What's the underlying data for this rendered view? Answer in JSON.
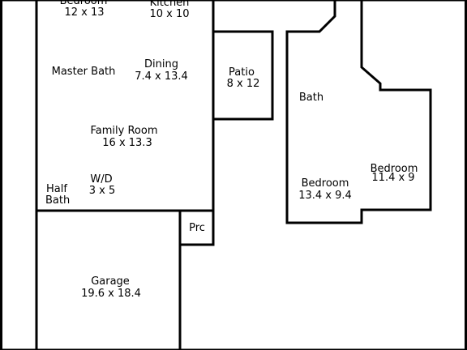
{
  "rooms": {
    "bedroom_main": {
      "name": "Bedroom",
      "dims": "12 x 13"
    },
    "kitchen": {
      "name": "Kitchen",
      "dims": "10 x 10"
    },
    "master_bath": {
      "name": "Master Bath"
    },
    "dining": {
      "name": "Dining",
      "dims": "7.4 x 13.4"
    },
    "patio": {
      "name": "Patio",
      "dims": "8 x 12"
    },
    "family_room": {
      "name": "Family Room",
      "dims": "16 x 13.3"
    },
    "laundry": {
      "name": "W/D",
      "dims": "3 x 5"
    },
    "half_bath": {
      "name_line1": "Half",
      "name_line2": "Bath"
    },
    "porch": {
      "name": "Prc"
    },
    "garage": {
      "name": "Garage",
      "dims": "19.6 x 18.4"
    },
    "bath": {
      "name": "Bath"
    },
    "bedroom_2": {
      "name": "Bedroom",
      "dims": "13.4 x 9.4"
    },
    "bedroom_3": {
      "name": "Bedroom",
      "dims": "11.4 x 9"
    }
  }
}
